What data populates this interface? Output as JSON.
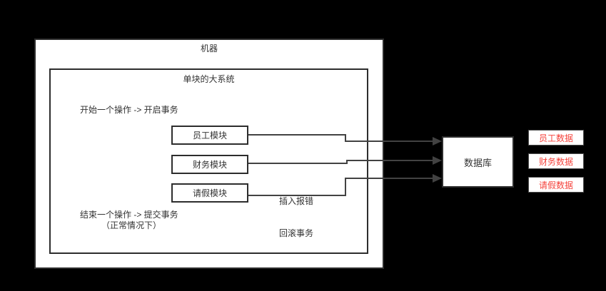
{
  "colors": {
    "background": "#000000",
    "box-fill": "#ffffff",
    "border": "#2d2d2d",
    "line": "#424242",
    "text": "#333333",
    "accent-red": "#f5423b"
  },
  "machine": {
    "label": "机器"
  },
  "system": {
    "label": "单块的大系统",
    "start_note": "开始一个操作 -> 开启事务",
    "end_note": "结束一个操作 -> 提交事务",
    "end_note_sub": "（正常情况下）",
    "modules": [
      {
        "label": "员工模块"
      },
      {
        "label": "财务模块"
      },
      {
        "label": "请假模块"
      }
    ],
    "rollback_note": {
      "line1": "插入报错",
      "line2": "回滚事务"
    }
  },
  "database": {
    "label": "数据库"
  },
  "data_stores": [
    {
      "label": "员工数据"
    },
    {
      "label": "财务数据"
    },
    {
      "label": "请假数据"
    }
  ]
}
